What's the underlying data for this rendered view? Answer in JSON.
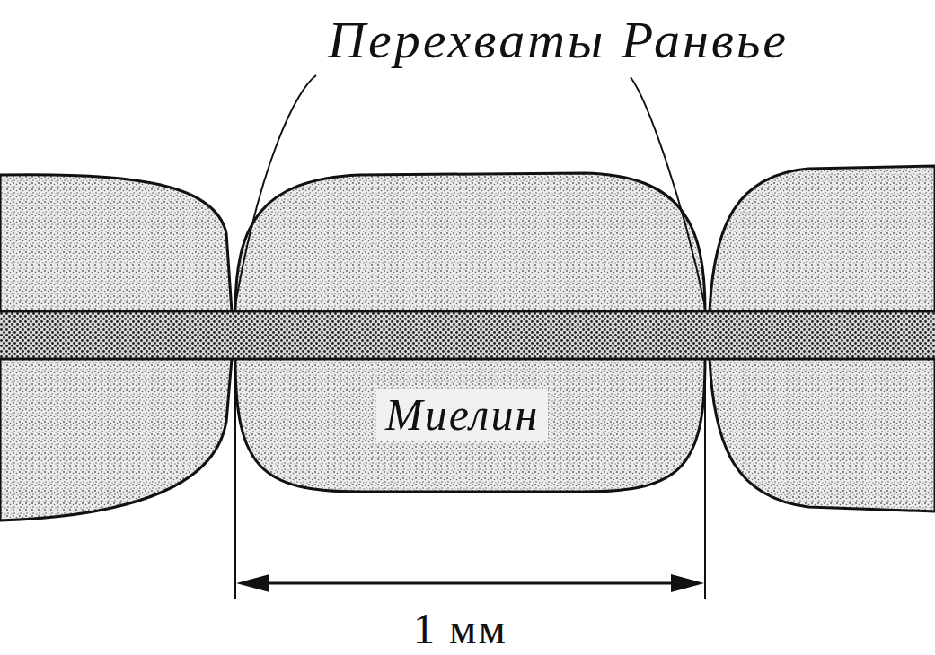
{
  "diagram": {
    "nodes": [
      {
        "text": [
          "Миелин"
        ]
      }
    ],
    "labels": [
      "Перехваты Ранвье",
      "1 мм"
    ]
  }
}
